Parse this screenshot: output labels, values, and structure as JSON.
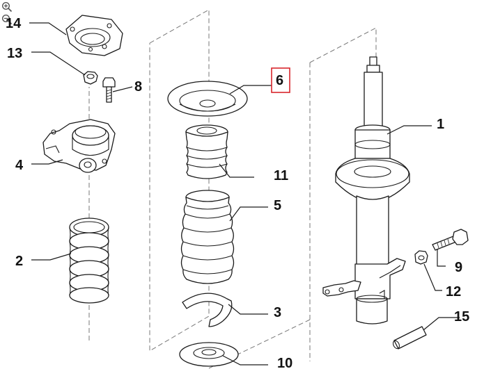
{
  "toolbar": {
    "zoom_in_icon": "zoom-in-icon",
    "zoom_out_icon": "zoom-out-icon"
  },
  "colors": {
    "highlight": "#d9262c",
    "line": "#1a1a1a",
    "dash": "#777777"
  },
  "callouts": {
    "c1": "1",
    "c2": "2",
    "c3": "3",
    "c4": "4",
    "c5": "5",
    "c6": "6",
    "c8": "8",
    "c9": "9",
    "c10": "10",
    "c11": "11",
    "c12": "12",
    "c13": "13",
    "c14": "14",
    "c15": "15"
  },
  "selected_callout": "6"
}
